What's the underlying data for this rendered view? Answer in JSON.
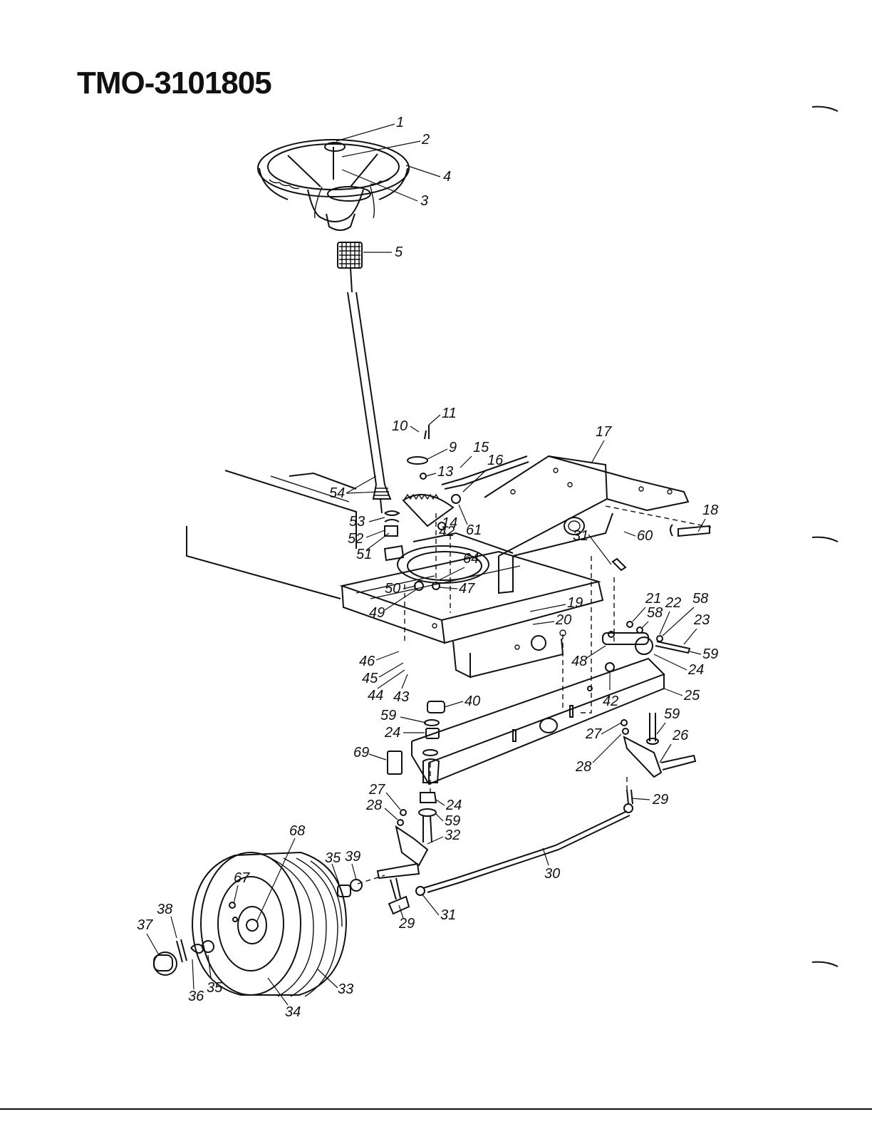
{
  "header": {
    "title": "TMO-3101805"
  },
  "callouts": [
    "1",
    "2",
    "3",
    "4",
    "5",
    "9",
    "10",
    "11",
    "13",
    "14",
    "15",
    "16",
    "17",
    "18",
    "19",
    "20",
    "21",
    "22",
    "23",
    "24",
    "24",
    "24",
    "25",
    "26",
    "27",
    "27",
    "28",
    "28",
    "29",
    "29",
    "30",
    "31",
    "31",
    "32",
    "33",
    "34",
    "35",
    "35",
    "36",
    "37",
    "38",
    "39",
    "40",
    "42",
    "42",
    "43",
    "44",
    "45",
    "46",
    "47",
    "48",
    "49",
    "50",
    "51",
    "52",
    "53",
    "54",
    "58",
    "58",
    "59",
    "59",
    "59",
    "59",
    "60",
    "61",
    "64",
    "67",
    "68",
    "69"
  ]
}
